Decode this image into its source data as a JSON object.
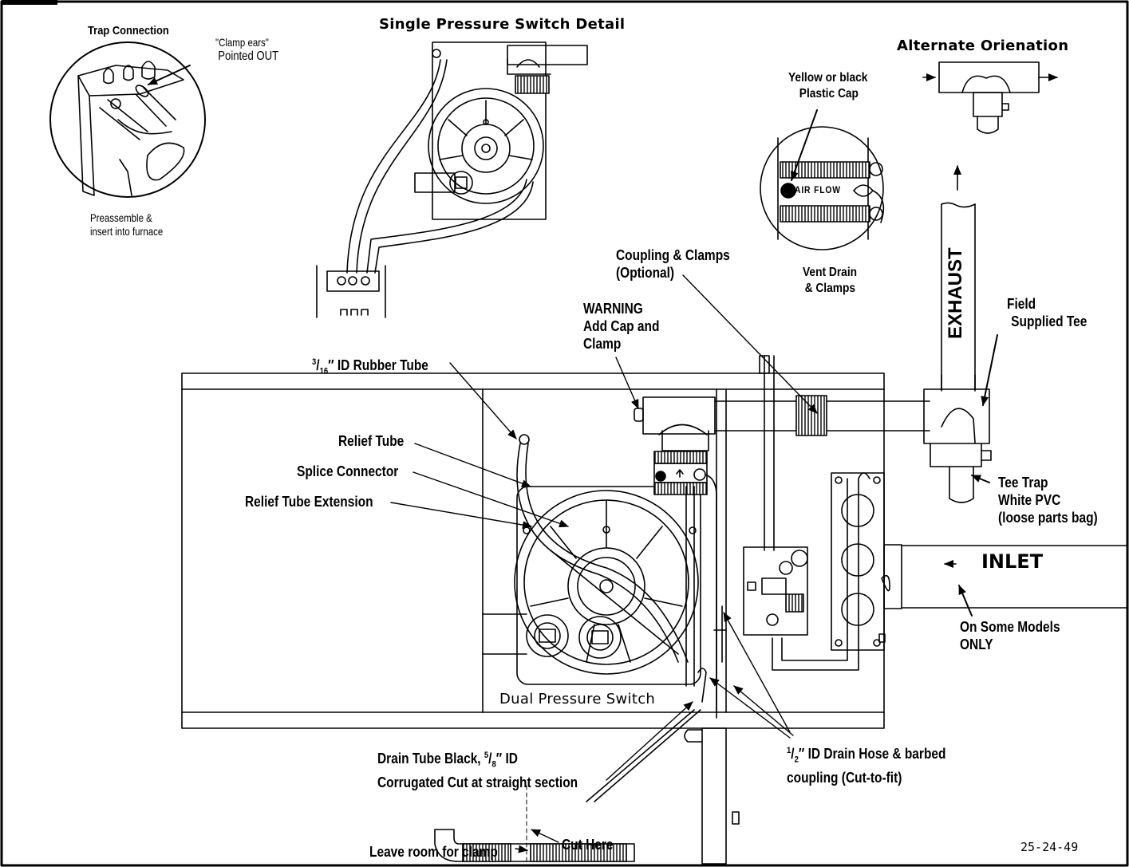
{
  "labels": {
    "trap_connection": "Trap Connection",
    "clamp_ears_1": "\"Clamp ears\"",
    "clamp_ears_2": "Pointed OUT",
    "preassemble_1": "Preassemble &",
    "preassemble_2": "insert into furnace",
    "single_pressure_switch": "Single Pressure Switch  Detail",
    "alternate_orientation": "Alternate Orienation",
    "plastic_cap_1": "Yellow or black",
    "plastic_cap_2": "Plastic  Cap",
    "airflow": "AIR FLOW",
    "vent_drain_1": "Vent Drain",
    "vent_drain_2": "& Clamps",
    "coupling_1": "Coupling & Clamps",
    "coupling_2": "(Optional)",
    "exhaust": "EXHAUST",
    "field_tee_1": "Field",
    "field_tee_2": "Supplied Tee",
    "warning_1": "WARNING",
    "warning_2": "Add Cap and",
    "warning_3": "Clamp",
    "rubber_tube_num": "3",
    "rubber_tube_den": "16",
    "rubber_tube_rest": "″ ID Rubber Tube",
    "relief_tube": "Relief Tube",
    "splice_connector": "Splice Connector",
    "relief_tube_extension": "Relief Tube Extension",
    "tee_trap_1": "Tee Trap",
    "tee_trap_2": "White PVC",
    "tee_trap_3": "(loose parts bag)",
    "inlet": "INLET",
    "some_models_1": "On Some Models",
    "some_models_2": "ONLY",
    "dual_pressure_switch": "Dual Pressure Switch",
    "drain_tube_1a": "Drain Tube Black, ",
    "drain_tube_num": "5",
    "drain_tube_den": "8",
    "drain_tube_1b": "″ ID",
    "drain_tube_2": "Corrugated Cut at straight section",
    "drain_hose_num": "1",
    "drain_hose_den": "2",
    "drain_hose_1": "″ ID Drain Hose & barbed",
    "drain_hose_2": "coupling (Cut-to-fit)",
    "leave_room": "Leave room for clamp",
    "cut_here": "Cut Here",
    "figure_code": "25-24-49"
  }
}
